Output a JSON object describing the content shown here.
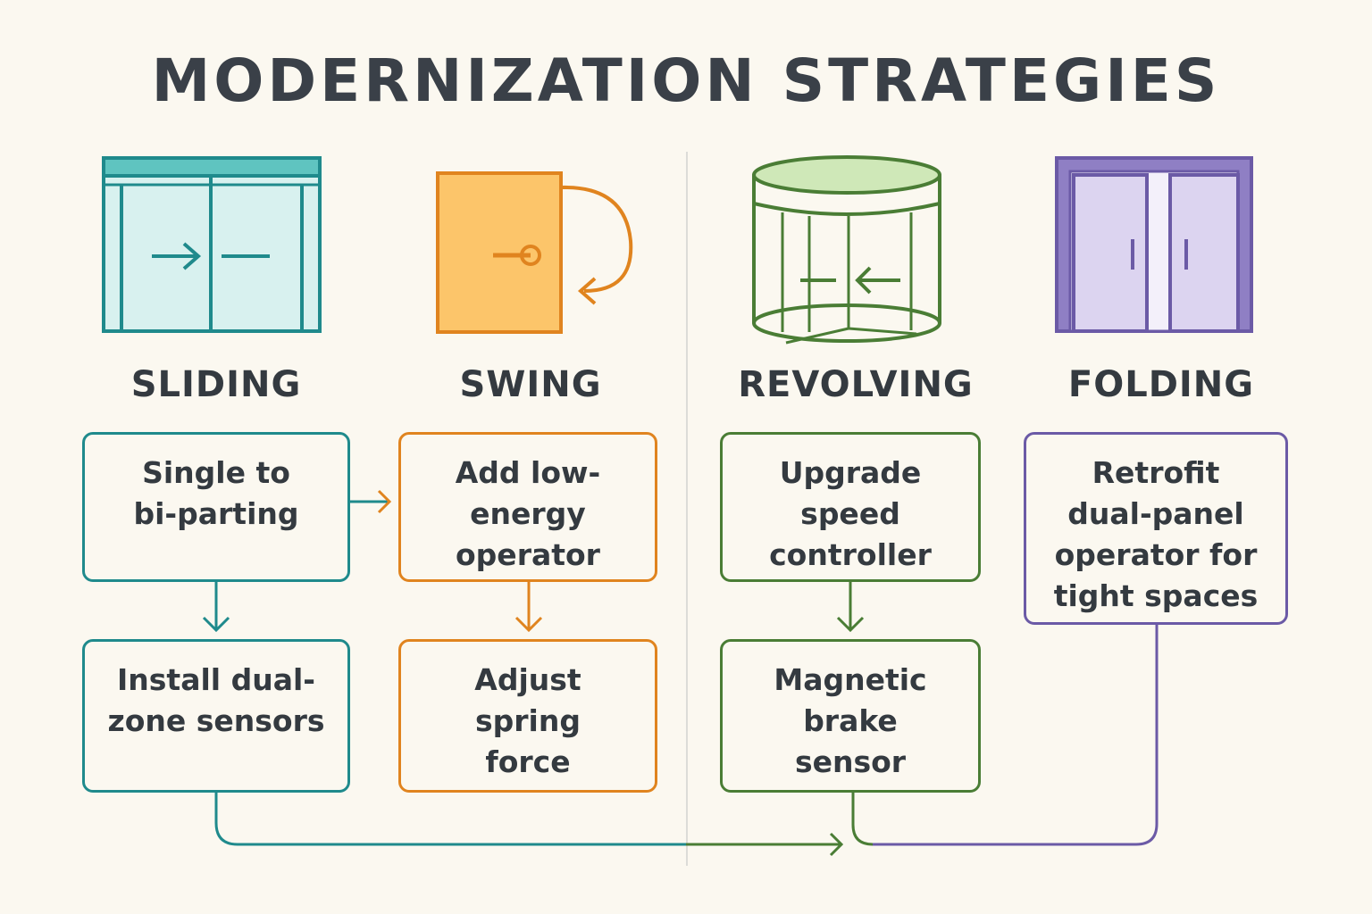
{
  "title": "MODERNIZATION STRATEGIES",
  "colors": {
    "sliding": "#1f8a8c",
    "swing": "#e0841f",
    "revolving": "#4a7d35",
    "folding": "#6b5aa6"
  },
  "columns": [
    {
      "heading": "SLIDING",
      "icon": "sliding-door-icon",
      "steps": [
        "Single to\nbi-parting",
        "Install dual-\nzone sensors"
      ]
    },
    {
      "heading": "SWING",
      "icon": "swing-door-icon",
      "steps": [
        "Add low-\nenergy\noperator",
        "Adjust\nspring\nforce"
      ]
    },
    {
      "heading": "REVOLVING",
      "icon": "revolving-door-icon",
      "steps": [
        "Upgrade\nspeed\ncontroller",
        "Magnetic\nbrake\nsensor"
      ]
    },
    {
      "heading": "FOLDING",
      "icon": "folding-door-icon",
      "steps": [
        "Retrofit\ndual-panel\noperator for\ntight spaces"
      ]
    }
  ]
}
